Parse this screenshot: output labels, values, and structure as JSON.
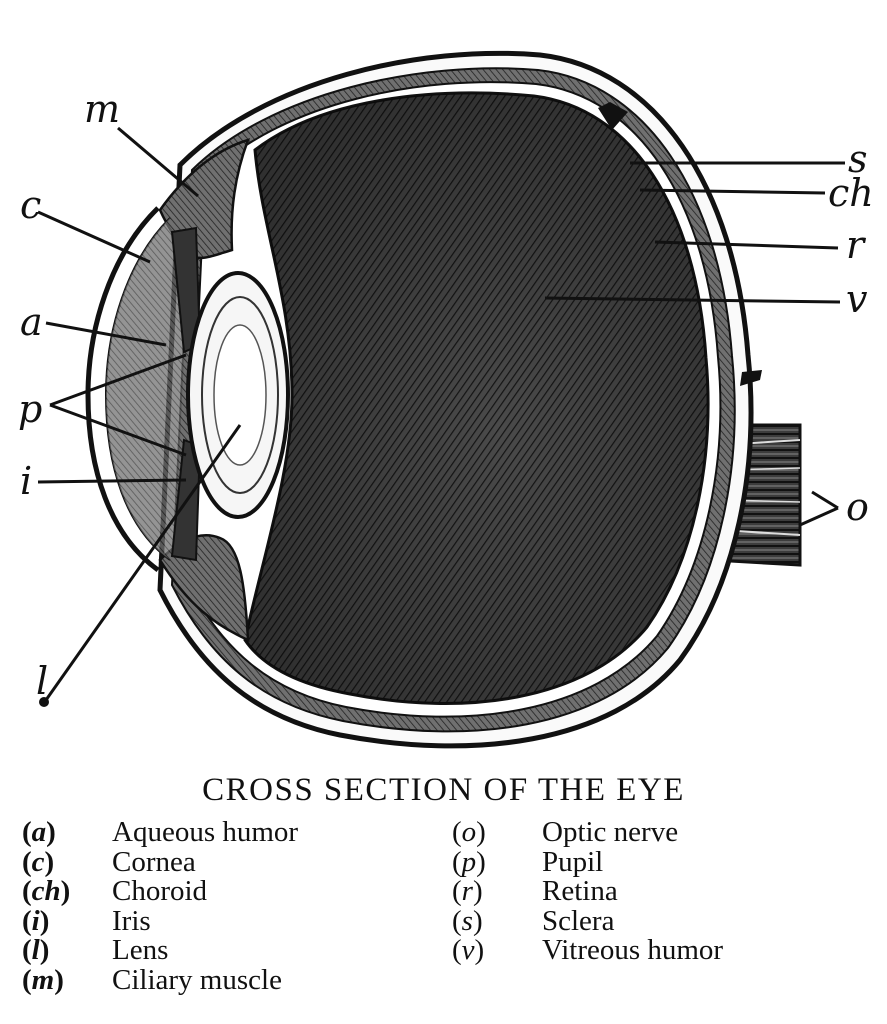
{
  "diagram": {
    "labels": {
      "m": "m",
      "c": "c",
      "a": "a",
      "p": "p",
      "i": "i",
      "l": "l",
      "s": "s",
      "ch": "ch",
      "r": "r",
      "v": "v",
      "o": "o"
    }
  },
  "caption": "CROSS SECTION OF THE EYE",
  "legend_left": [
    {
      "code": "a",
      "name": "Aqueous humor"
    },
    {
      "code": "c",
      "name": "Cornea"
    },
    {
      "code": "ch",
      "name": "Choroid"
    },
    {
      "code": "i",
      "name": "Iris"
    },
    {
      "code": "l",
      "name": "Lens"
    },
    {
      "code": "m",
      "name": "Ciliary muscle"
    }
  ],
  "legend_right": [
    {
      "code": "o",
      "name": "Optic nerve"
    },
    {
      "code": "p",
      "name": "Pupil"
    },
    {
      "code": "r",
      "name": "Retina"
    },
    {
      "code": "s",
      "name": "Sclera"
    },
    {
      "code": "v",
      "name": "Vitreous humor"
    }
  ],
  "colors": {
    "ink": "#111111",
    "paper": "#ffffff",
    "vitreous": "#3a3a3a"
  }
}
